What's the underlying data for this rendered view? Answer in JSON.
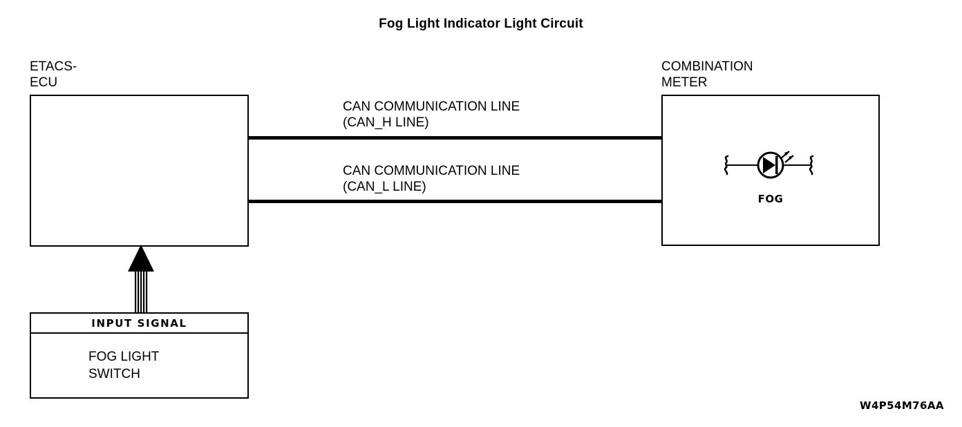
{
  "diagram": {
    "title": "Fog Light Indicator Light Circuit",
    "part_number": "W4P54M76AA"
  },
  "ecu": {
    "label": "ETACS-\nECU"
  },
  "meter": {
    "label": "COMBINATION\nMETER",
    "indicator_caption": "FOG",
    "indicator_symbol": "led-fog-indicator"
  },
  "bus": {
    "can_h_label": "CAN COMMUNICATION LINE\n(CAN_H LINE)",
    "can_l_label": "CAN COMMUNICATION LINE\n(CAN_L LINE)"
  },
  "input_signal": {
    "header": "INPUT SIGNAL",
    "source": "FOG LIGHT\nSWITCH",
    "arrow_direction": "up"
  },
  "colors": {
    "line": "#000000",
    "background": "#ffffff"
  }
}
